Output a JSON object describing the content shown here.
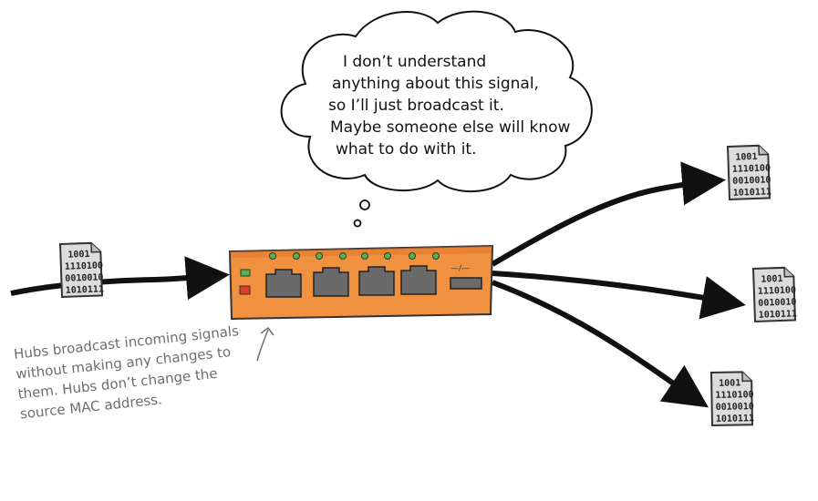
{
  "thought_bubble": {
    "lines": [
      "I don’t understand",
      "anything about this signal,",
      "so I’ll just broadcast it.",
      "Maybe someone else will know",
      "what to do with it."
    ]
  },
  "annotation": {
    "lines": [
      "Hubs broadcast incoming signals",
      "without making any changes to",
      "them. Hubs don’t change the",
      "source MAC address."
    ]
  },
  "hub": {
    "port_count": 4,
    "uplink_label": "—/—",
    "colors": {
      "body": "#f0913f",
      "led": "#55b54a",
      "power_led": "#e23b22",
      "port": "#6a6a6a"
    }
  },
  "data_packet": {
    "lines": [
      "1001",
      "1110100",
      "0010010",
      "1010111"
    ]
  }
}
